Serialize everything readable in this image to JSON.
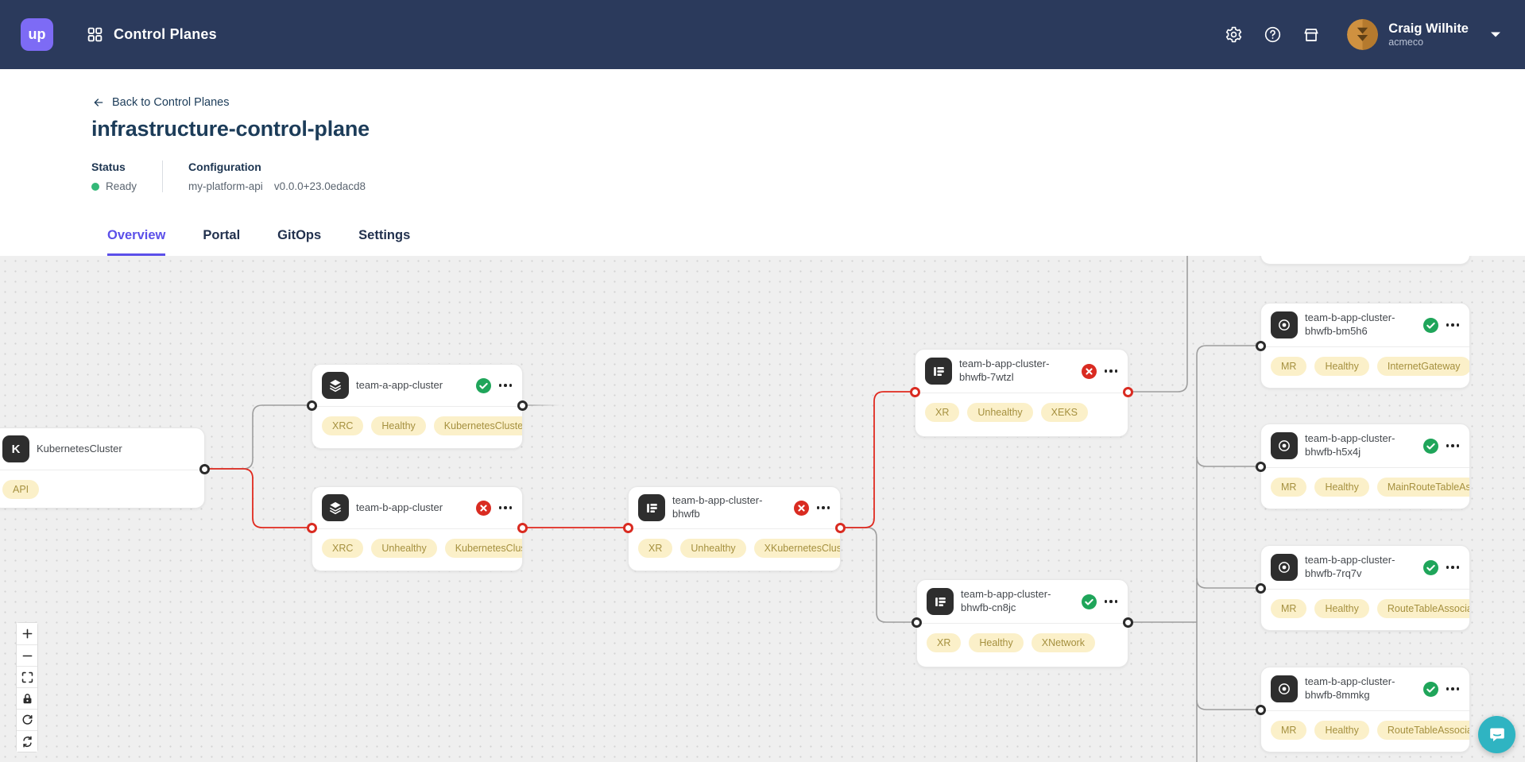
{
  "navbar": {
    "logo_text": "up",
    "app_title": "Control Planes",
    "user": {
      "name": "Craig Wilhite",
      "org": "acmeco"
    }
  },
  "page": {
    "back_link": "Back to Control Planes",
    "title": "infrastructure-control-plane",
    "status_label": "Status",
    "status_value": "Ready",
    "config_label": "Configuration",
    "config_name": "my-platform-api",
    "config_version": "v0.0.0+23.0edacd8"
  },
  "tabs": [
    {
      "label": "Overview",
      "active": true
    },
    {
      "label": "Portal",
      "active": false
    },
    {
      "label": "GitOps",
      "active": false
    },
    {
      "label": "Settings",
      "active": false
    }
  ],
  "graph": {
    "nodes": [
      {
        "id": "kubernetescluster",
        "label": "KubernetesCluster",
        "icon": "kubernetes-icon",
        "icon_text": "K",
        "status": "none",
        "badges": [
          "API"
        ]
      },
      {
        "id": "team-a-app-cluster",
        "label": "team-a-app-cluster",
        "icon": "layers-icon",
        "status": "healthy",
        "badges": [
          "XRC",
          "Healthy",
          "KubernetesCluster"
        ]
      },
      {
        "id": "team-b-app-cluster",
        "label": "team-b-app-cluster",
        "icon": "layers-icon",
        "status": "unhealthy",
        "badges": [
          "XRC",
          "Unhealthy",
          "KubernetesCluster"
        ]
      },
      {
        "id": "team-b-app-cluster-bhwfb",
        "label": "team-b-app-cluster-bhwfb",
        "icon": "composite-icon",
        "status": "unhealthy",
        "badges": [
          "XR",
          "Unhealthy",
          "XKubernetesCluster"
        ]
      },
      {
        "id": "team-b-app-cluster-bhwfb-7wtzl",
        "label": "team-b-app-cluster-bhwfb-7wtzl",
        "icon": "composite-icon",
        "status": "unhealthy",
        "badges": [
          "XR",
          "Unhealthy",
          "XEKS"
        ]
      },
      {
        "id": "team-b-app-cluster-bhwfb-cn8jc",
        "label": "team-b-app-cluster-bhwfb-cn8jc",
        "icon": "composite-icon",
        "status": "healthy",
        "badges": [
          "XR",
          "Healthy",
          "XNetwork"
        ]
      },
      {
        "id": "team-b-app-cluster-bhwfb-bm5h6",
        "label": "team-b-app-cluster-bhwfb-bm5h6",
        "icon": "managed-icon",
        "status": "healthy",
        "badges": [
          "MR",
          "Healthy",
          "InternetGateway"
        ]
      },
      {
        "id": "team-b-app-cluster-bhwfb-h5x4j",
        "label": "team-b-app-cluster-bhwfb-h5x4j",
        "icon": "managed-icon",
        "status": "healthy",
        "badges": [
          "MR",
          "Healthy",
          "MainRouteTableAssociation"
        ]
      },
      {
        "id": "team-b-app-cluster-bhwfb-7rq7v",
        "label": "team-b-app-cluster-bhwfb-7rq7v",
        "icon": "managed-icon",
        "status": "healthy",
        "badges": [
          "MR",
          "Healthy",
          "RouteTableAssociation"
        ]
      },
      {
        "id": "team-b-app-cluster-bhwfb-8mmkg",
        "label": "team-b-app-cluster-bhwfb-8mmkg",
        "icon": "managed-icon",
        "status": "healthy",
        "badges": [
          "MR",
          "Healthy",
          "RouteTableAssociation"
        ]
      }
    ],
    "edges": [
      {
        "from": "kubernetescluster",
        "to": "team-a-app-cluster",
        "health": "healthy"
      },
      {
        "from": "kubernetescluster",
        "to": "team-b-app-cluster",
        "health": "unhealthy"
      },
      {
        "from": "team-b-app-cluster",
        "to": "team-b-app-cluster-bhwfb",
        "health": "unhealthy"
      },
      {
        "from": "team-b-app-cluster-bhwfb",
        "to": "team-b-app-cluster-bhwfb-7wtzl",
        "health": "unhealthy"
      },
      {
        "from": "team-b-app-cluster-bhwfb",
        "to": "team-b-app-cluster-bhwfb-cn8jc",
        "health": "healthy"
      },
      {
        "from": "team-b-app-cluster-bhwfb-cn8jc",
        "to": "team-b-app-cluster-bhwfb-bm5h6",
        "health": "healthy"
      },
      {
        "from": "team-b-app-cluster-bhwfb-cn8jc",
        "to": "team-b-app-cluster-bhwfb-h5x4j",
        "health": "healthy"
      },
      {
        "from": "team-b-app-cluster-bhwfb-cn8jc",
        "to": "team-b-app-cluster-bhwfb-7rq7v",
        "health": "healthy"
      },
      {
        "from": "team-b-app-cluster-bhwfb-cn8jc",
        "to": "team-b-app-cluster-bhwfb-8mmkg",
        "health": "healthy"
      }
    ],
    "controls": [
      "zoom-in",
      "zoom-out",
      "fit-view",
      "lock",
      "reset-rotation",
      "re-layout"
    ],
    "colors": {
      "navbar_bg": "#2b3a5c",
      "logo_purple": "#7d6bf5",
      "accent_tab": "#5b4fe9",
      "canvas_bg": "#efefef",
      "edge_healthy": "#9e9e9e",
      "edge_unhealthy": "#e02a1f",
      "badge_bg": "#fbf0c9",
      "badge_text": "#a5903f",
      "healthy_green": "#1fa55a",
      "unhealthy_red": "#d92b21",
      "status_ready_green": "#34b878",
      "chat_teal": "#2fb4c2"
    }
  }
}
